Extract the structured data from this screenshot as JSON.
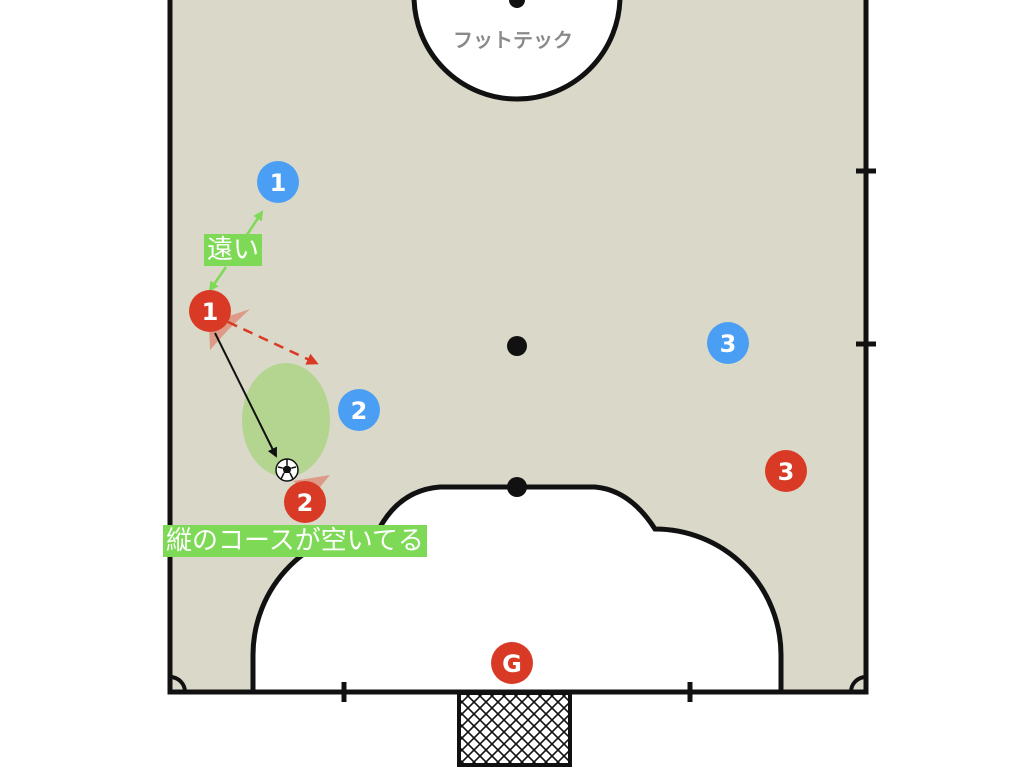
{
  "court": {
    "label": "フットテック",
    "surface_color": "#dad8c8",
    "line_color": "#111111"
  },
  "annotations": {
    "far": "遠い",
    "lane_open": "縦のコースが空いてる"
  },
  "players": {
    "blue": [
      {
        "number": "1"
      },
      {
        "number": "2"
      },
      {
        "number": "3"
      }
    ],
    "red": [
      {
        "number": "1"
      },
      {
        "number": "2"
      },
      {
        "number": "3"
      }
    ],
    "goalkeeper": {
      "number": "G"
    }
  },
  "colors": {
    "team_blue": "#4a9ff5",
    "team_red": "#d93a26",
    "highlight_green": "#7ed957"
  },
  "icons": {
    "ball": "soccer-ball-icon"
  }
}
